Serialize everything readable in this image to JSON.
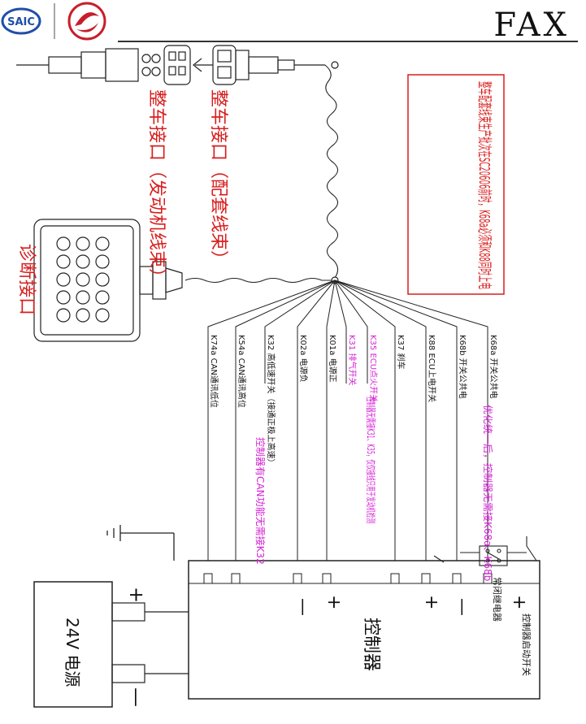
{
  "header": {
    "logo_text": "SAIC",
    "fax": "FAX"
  },
  "labels": {
    "vehicle_interface_engine": "整车接口（发动机线束）",
    "vehicle_interface_harness": "整车接口（配套线束）",
    "diagnostic_interface": "诊断接口",
    "notice": "整车配套线束生产批次在SC20606前时，K68a必须和K88同时上电",
    "controller": "控制器",
    "power_supply": "24V 电源",
    "controller_switch": "控制器启动开关",
    "normally_closed_relay": "常闭继电器"
  },
  "wires": [
    {
      "code": "K68a",
      "label": "开关公共电"
    },
    {
      "code": "K68b",
      "label": "开关公共电"
    },
    {
      "code": "K88",
      "label": "ECU上电开关"
    },
    {
      "code": "K37",
      "label": "刹车"
    },
    {
      "code": "K35",
      "label": "ECU点火开关"
    },
    {
      "code": "K31",
      "label": "排气开关"
    },
    {
      "code": "K01a",
      "label": "电源正"
    },
    {
      "code": "K02a",
      "label": "电源负"
    },
    {
      "code": "K32",
      "label": "高低速开关（接通正极上高速）"
    },
    {
      "code": "K54a",
      "label": "CAN通讯高位"
    },
    {
      "code": "K74a",
      "label": "CAN通讯低位"
    }
  ],
  "notes": {
    "n1": "优化统一后，控制器无需接K68a、K68b",
    "n2": "控制器无需接K31、K35，仅仅接线只用于发动机检测",
    "n3": "控制器有CAN功能无需接K32"
  },
  "symbols": {
    "minus": "—",
    "plus": "+"
  },
  "colors": {
    "red": "#d81e1e",
    "magenta": "#d41fd4",
    "line": "#222222"
  }
}
